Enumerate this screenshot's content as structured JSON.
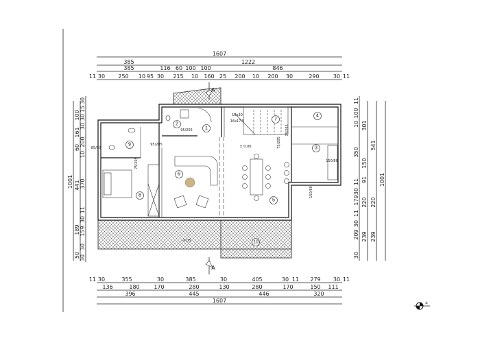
{
  "plan": {
    "rooms": [
      "1",
      "2",
      "3",
      "4",
      "5",
      "6",
      "7",
      "8",
      "9",
      "10"
    ],
    "elevations": [
      "± 0.00",
      "-0.05"
    ],
    "section_marker": "A",
    "openings": [
      "75/205",
      "95/205",
      "95/205",
      "75/205",
      "75/205",
      "150/80",
      "150/80",
      "16x30",
      "16x17.5",
      "85/80"
    ],
    "rug_color": "#c9b48a",
    "hatch_color": "#555555",
    "north_mark": "±"
  },
  "dimensions": {
    "top": [
      [
        "1607"
      ],
      [
        "385",
        "1222"
      ],
      [
        "385",
        "116",
        "60",
        "100",
        "100",
        "846"
      ],
      [
        "11",
        "30",
        "250",
        "10",
        "95",
        "30",
        "215",
        "10",
        "160",
        "25",
        "200",
        "10",
        "200",
        "30",
        "290",
        "30",
        "11"
      ]
    ],
    "bottom": [
      [
        "11",
        "30",
        "355",
        "30",
        "385",
        "30",
        "405",
        "30",
        "11",
        "279",
        "30",
        "11"
      ],
      [
        "136",
        "180",
        "170",
        "280",
        "130",
        "280",
        "170",
        "150",
        "111"
      ],
      [
        "396",
        "445",
        "446",
        "320"
      ],
      [
        "1607"
      ]
    ],
    "left": [
      [
        "1001"
      ],
      [
        "100",
        "161",
        "60",
        "441",
        "189",
        "50"
      ],
      [
        "30",
        "15",
        "30",
        "30",
        "200",
        "10",
        "370",
        "11",
        "30",
        "159",
        "30",
        "30"
      ]
    ],
    "right": [
      [
        "11",
        "100",
        "10",
        "350",
        "11",
        "30",
        "179",
        "11",
        "30",
        "209",
        "30"
      ],
      [
        "301",
        "150",
        "91",
        "220",
        "239"
      ],
      [
        "541",
        "220",
        "239"
      ],
      [
        "1001"
      ]
    ]
  }
}
